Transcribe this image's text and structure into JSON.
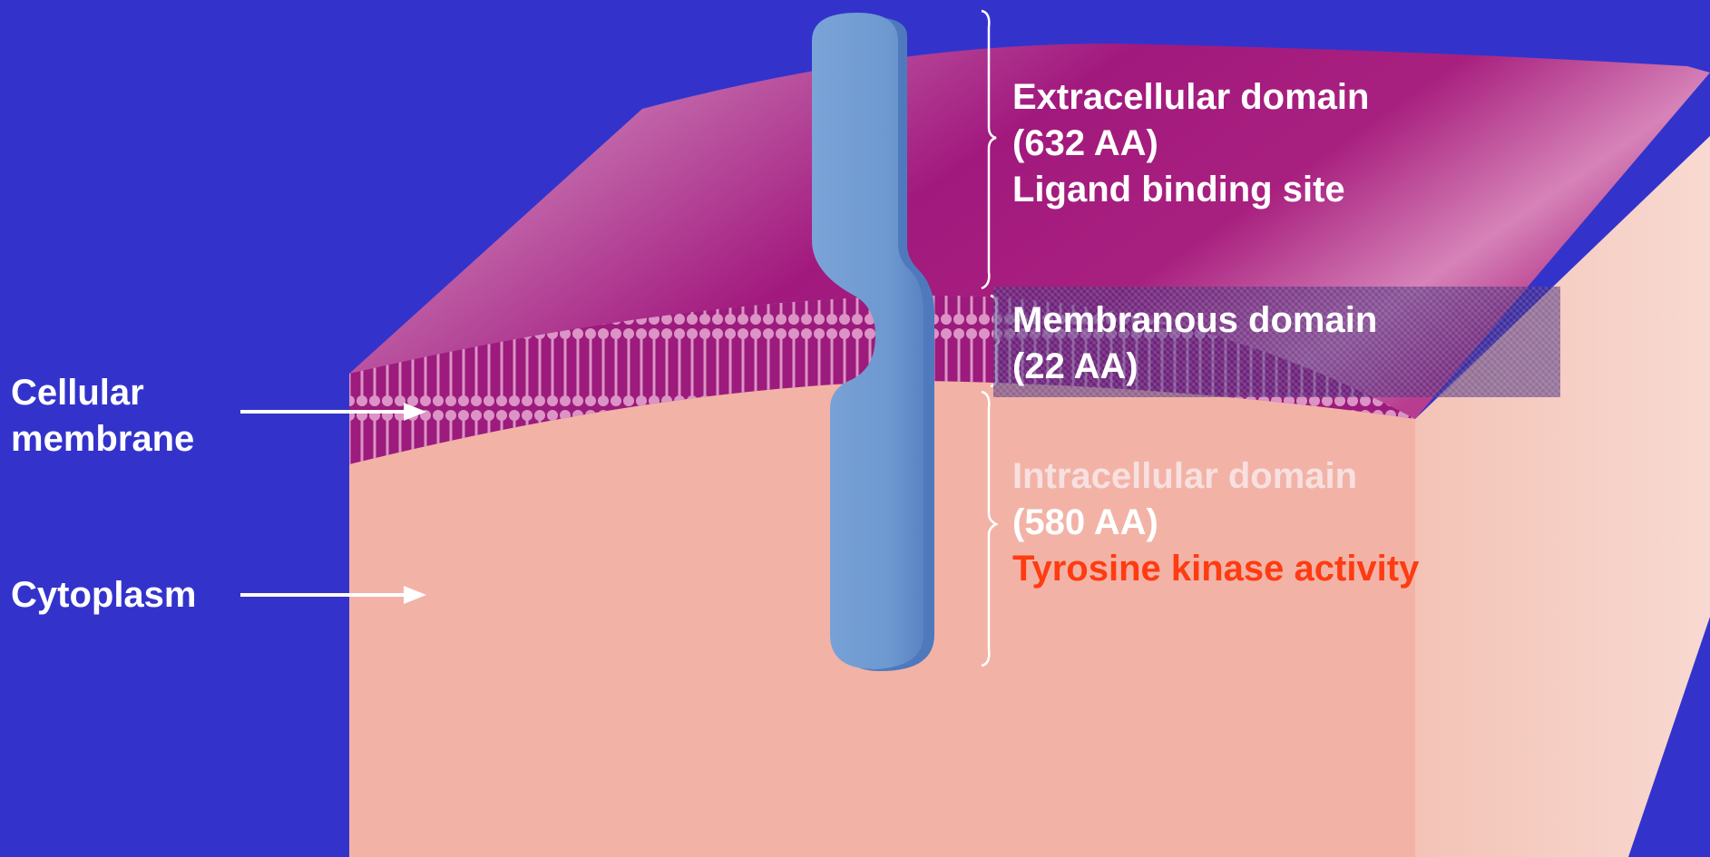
{
  "labels": {
    "cellular_membrane": [
      "Cellular",
      "membrane"
    ],
    "cytoplasm": "Cytoplasm"
  },
  "domains": {
    "extracellular": {
      "title": "Extracellular domain",
      "size": "(632 AA)",
      "function": "Ligand binding site"
    },
    "membranous": {
      "title": "Membranous domain",
      "size": "(22 AA)"
    },
    "intracellular": {
      "title": "Intracellular domain",
      "size": "(580 AA)",
      "function": "Tyrosine kinase activity"
    }
  },
  "colors": {
    "background": "#3333cc",
    "cytoplasm": "#f2b3a6",
    "membrane_top": "#a3197f",
    "receptor": "#6f9ad0",
    "highlight_text": "#ff3b12"
  }
}
